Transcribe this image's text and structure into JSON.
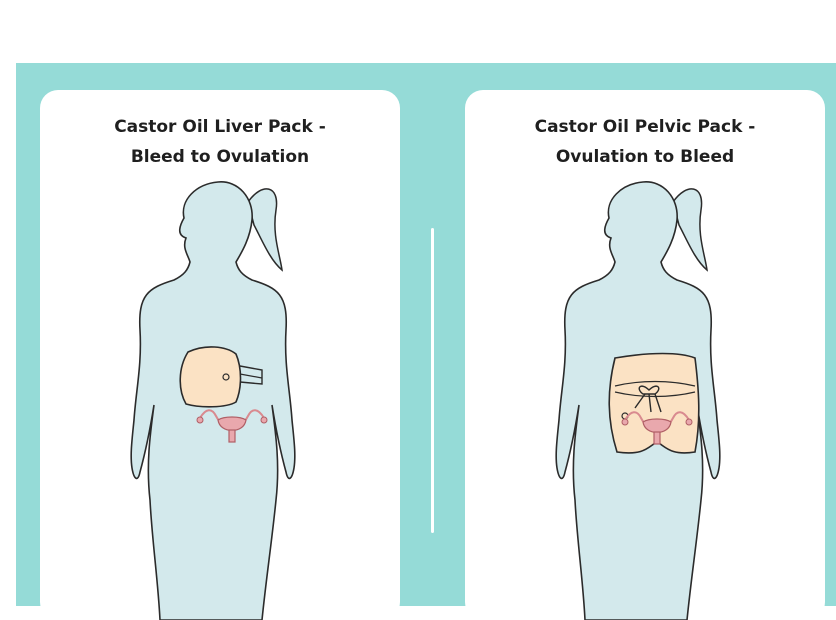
{
  "left_card": {
    "title_line1": "Castor Oil Liver Pack -",
    "title_line2": "Bleed to Ovulation"
  },
  "right_card": {
    "title_line1": "Castor Oil Pelvic Pack -",
    "title_line2": "Ovulation to Bleed"
  },
  "colors": {
    "background": "#95dbd7",
    "card": "#ffffff",
    "body_fill": "#d3e9ec",
    "pack_fill": "#fbe2c4",
    "uterus": "#d98a8f"
  }
}
